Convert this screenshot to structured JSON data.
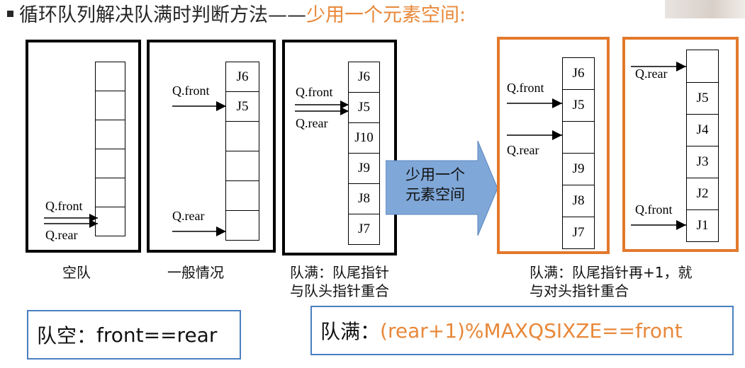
{
  "title": {
    "bullet": "▪",
    "main": "循环队列解决队满时判断方法——",
    "accent": "少用一个元素空间:"
  },
  "panels": [
    {
      "id": "empty",
      "cells": [
        "",
        "",
        "",
        "",
        "",
        ""
      ],
      "pointers": [
        {
          "label": "Q.front"
        },
        {
          "label": "Q.rear"
        }
      ],
      "caption": [
        "空队"
      ]
    },
    {
      "id": "general",
      "cells": [
        "J6",
        "J5",
        "",
        "",
        "",
        ""
      ],
      "pointers": [
        {
          "label": "Q.front"
        },
        {
          "label": "Q.rear"
        }
      ],
      "caption": [
        "一般情况"
      ]
    },
    {
      "id": "full1",
      "cells": [
        "J6",
        "J5",
        "J10",
        "J9",
        "J8",
        "J7"
      ],
      "pointers": [
        {
          "label": "Q.front"
        },
        {
          "label": "Q.rear"
        }
      ],
      "caption": [
        "队满：队尾指针",
        "与队头指针重合"
      ]
    },
    {
      "id": "full2",
      "cells": [
        "J6",
        "J5",
        "",
        "J9",
        "J8",
        "J7"
      ],
      "pointers": [
        {
          "label": "Q.front"
        },
        {
          "label": "Q.rear"
        }
      ],
      "caption": [
        "队满：队尾指针再+1，就",
        "与对头指针重合"
      ]
    },
    {
      "id": "full3",
      "cells": [
        "",
        "J5",
        "J4",
        "J3",
        "J2",
        "J1"
      ],
      "pointers": [
        {
          "label": "Q.rear"
        },
        {
          "label": "Q.front"
        }
      ],
      "caption": []
    }
  ],
  "arrow": {
    "lines": [
      "少用一个",
      "元素空间"
    ],
    "color": "#7fa7d8"
  },
  "formulas": {
    "empty": {
      "label": "队空：",
      "expr": "front==rear"
    },
    "full": {
      "label": "队满：",
      "expr": "(rear+1)%MAXQSIXZE==front"
    }
  },
  "colors": {
    "accent": "#e8883a",
    "panel_orange": "#e3792c",
    "formula_border": "#4a7fc0"
  }
}
